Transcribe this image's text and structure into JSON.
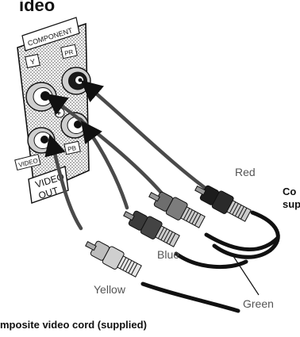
{
  "top_partial_text": "ideo",
  "panel": {
    "component_label": "COMPONENT",
    "y_label": "Y",
    "pr_label": "PR",
    "pb_label": "PB",
    "video_label": "VIDEO",
    "video_out_line1": "VIDEO",
    "video_out_line2": "OUT"
  },
  "cable_labels": {
    "red": "Red",
    "blue": "Blue",
    "green": "Green",
    "yellow": "Yellow"
  },
  "side_text": {
    "line1": "Co",
    "line2": "sup"
  },
  "caption": "mposite video cord (supplied)",
  "colors": {
    "panel_dots": "#8a8a8a",
    "plug_dark": "#2a2a2a",
    "plug_mid": "#6e6e6e",
    "plug_light": "#bdbdbd",
    "arrow": "#4a4a4a"
  }
}
